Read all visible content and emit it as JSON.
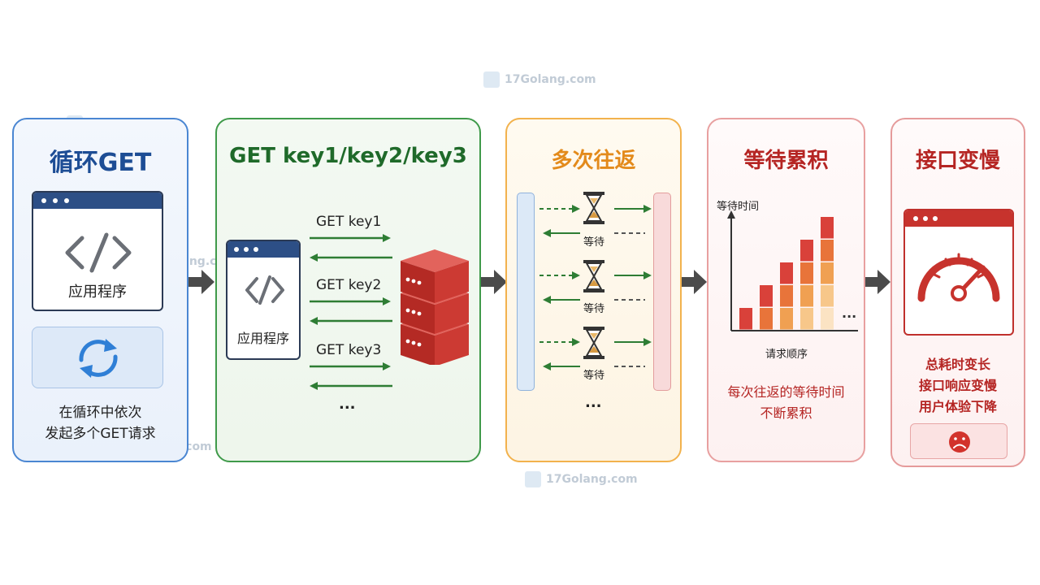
{
  "watermark": "17Golang.com",
  "panel1": {
    "title": "循环GET",
    "app_label": "应用程序",
    "caption_line1": "在循环中依次",
    "caption_line2": "发起多个GET请求"
  },
  "panel2": {
    "title": "GET key1/key2/key3",
    "app_label": "应用程序",
    "requests": [
      "GET key1",
      "GET key2",
      "GET key3"
    ],
    "more": "..."
  },
  "panel3": {
    "title": "多次往返",
    "wait_label": "等待",
    "more": "..."
  },
  "panel4": {
    "title": "等待累积",
    "ylabel": "等待时间",
    "xlabel": "请求顺序",
    "more": "...",
    "caption_line1": "每次往返的等待时间",
    "caption_line2": "不断累积",
    "bars": [
      1,
      2,
      3,
      4,
      5
    ]
  },
  "panel5": {
    "title": "接口变慢",
    "caption_line1": "总耗时变长",
    "caption_line2": "接口响应变慢",
    "caption_line3": "用户体验下降"
  },
  "colors": {
    "blue": "#2d4f86",
    "green": "#2e8b3a",
    "orange": "#e38a1b",
    "red": "#c0302c"
  }
}
